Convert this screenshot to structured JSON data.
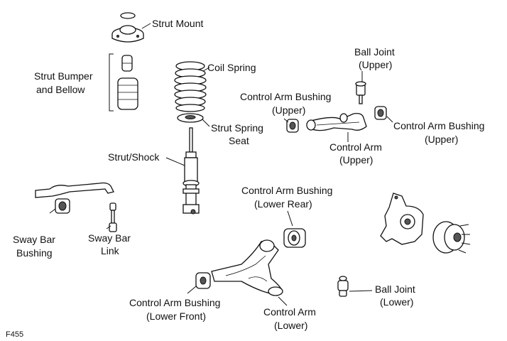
{
  "figure_code": "F455",
  "labels": {
    "strut_mount": "Strut Mount",
    "strut_bumper_1": "Strut Bumper",
    "strut_bumper_2": "and Bellow",
    "coil_spring": "Coil Spring",
    "strut_spring_seat_1": "Strut Spring",
    "strut_spring_seat_2": "Seat",
    "strut_shock": "Strut/Shock",
    "ball_joint_upper_1": "Ball Joint",
    "ball_joint_upper_2": "(Upper)",
    "cab_upper_left_1": "Control Arm Bushing",
    "cab_upper_left_2": "(Upper)",
    "cab_upper_right_1": "Control Arm Bushing",
    "cab_upper_right_2": "(Upper)",
    "control_arm_upper_1": "Control Arm",
    "control_arm_upper_2": "(Upper)",
    "sway_bar_bushing_1": "Sway Bar",
    "sway_bar_bushing_2": "Bushing",
    "sway_bar_link_1": "Sway Bar",
    "sway_bar_link_2": "Link",
    "cab_lower_rear_1": "Control Arm Bushing",
    "cab_lower_rear_2": "(Lower Rear)",
    "cab_lower_front_1": "Control Arm Bushing",
    "cab_lower_front_2": "(Lower Front)",
    "control_arm_lower_1": "Control Arm",
    "control_arm_lower_2": "(Lower)",
    "ball_joint_lower_1": "Ball Joint",
    "ball_joint_lower_2": "(Lower)"
  }
}
